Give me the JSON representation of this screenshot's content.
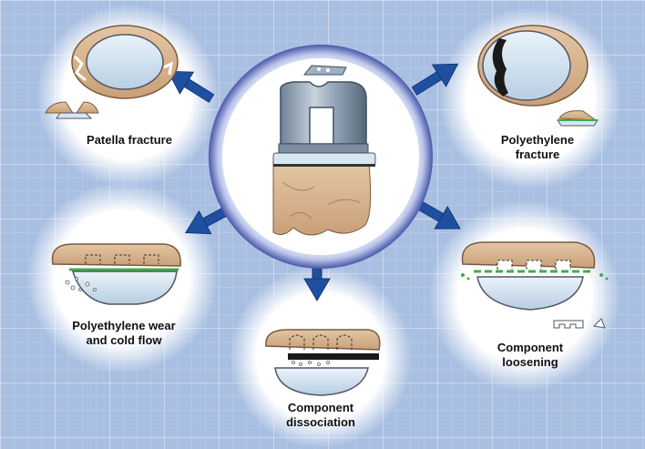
{
  "diagram": {
    "center": "Total knee prosthesis",
    "failure_modes": [
      {
        "id": "patella-fracture",
        "label": "Patella fracture"
      },
      {
        "id": "polyethylene-fracture",
        "label": "Polyethylene\nfracture"
      },
      {
        "id": "polyethylene-wear",
        "label": "Polyethylene wear\nand cold flow"
      },
      {
        "id": "component-dissociation",
        "label": "Component\ndissociation"
      },
      {
        "id": "component-loosening",
        "label": "Component\nloosening"
      }
    ]
  },
  "colors": {
    "background": "#a9bfe2",
    "arrow": "#1f4fa0",
    "bone": "#d9b896",
    "polyethylene": "#d6e6f2",
    "metal": "#8a9bb0",
    "cement_green": "#3cae4a",
    "fracture_dark": "#1a1a1a"
  }
}
